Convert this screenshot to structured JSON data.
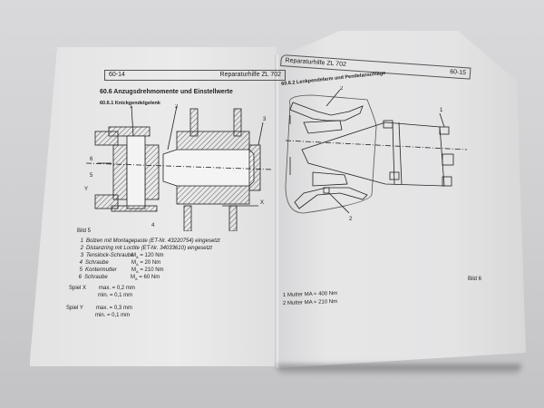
{
  "left_page": {
    "header": {
      "page_number": "60-14",
      "title": "Reparaturhilfe ZL 702"
    },
    "section_title": "60.6  Anzugsdrehmomente und Einstellwerte",
    "subsection_title": "60.6.1  Knickpendelgelenk",
    "figure_caption": "Bild 5",
    "figure_callouts": [
      "1",
      "2",
      "3",
      "4",
      "5",
      "6",
      "X",
      "Y"
    ],
    "legend": [
      {
        "num": "1",
        "text": "Bolzen mit Montagepaste (ET-Nr. 43220754) eingesetzt",
        "torque": ""
      },
      {
        "num": "2",
        "text": "Distanzring mit Loctite (ET-Nr. 34033610) eingesetzt",
        "torque": ""
      },
      {
        "num": "3",
        "text": "Tensilock-Schraube",
        "torque": "= 120 Nm"
      },
      {
        "num": "4",
        "text": "Schraube",
        "torque": "=   20 Nm"
      },
      {
        "num": "5",
        "text": "Kontermutter",
        "torque": "= 210 Nm"
      },
      {
        "num": "6",
        "text": "Schraube",
        "torque": "=   60 Nm"
      }
    ],
    "torque_symbol": "M",
    "torque_subscript": "A",
    "clearances": [
      {
        "label": "Spiel X",
        "max": "max.  = 0,2 mm",
        "min": "min.  = 0,1 mm"
      },
      {
        "label": "Spiel Y",
        "max": "max.  = 0,3 mm",
        "min": "min.  = 0,1 mm"
      }
    ]
  },
  "right_page": {
    "header": {
      "title": "Reparaturhilfe ZL 702",
      "page_number": "60-15"
    },
    "subsection_title": "60.6.2  Lenkpendelarm und Pendelanschläge",
    "figure_caption": "Bild 6",
    "figure_callouts": [
      "1",
      "2",
      "2"
    ],
    "legend": [
      {
        "text": "1 Mutter MA = 400 Nm"
      },
      {
        "text": "2 Mutter MA = 210 Nm"
      }
    ]
  }
}
